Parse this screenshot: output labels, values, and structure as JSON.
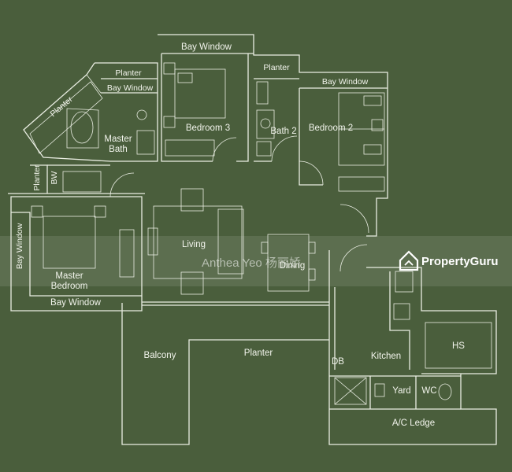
{
  "rooms": {
    "bay_window_top": "Bay Window",
    "planter_top_left": "Planter",
    "bay_window_bath": "Bay Window",
    "planter_diag": "Planter",
    "master_bath": "Master\nBath",
    "bedroom_3": "Bedroom 3",
    "planter_top_mid": "Planter",
    "bath_2": "Bath 2",
    "bay_window_bed2": "Bay Window",
    "bedroom_2": "Bedroom 2",
    "planter_left": "Planter",
    "bw": "BW",
    "bay_window_left": "Bay Window",
    "master_bedroom": "Master\nBedroom",
    "bay_window_bottom": "Bay Window",
    "living": "Living",
    "dining": "Dining",
    "balcony": "Balcony",
    "planter_bottom": "Planter",
    "kitchen": "Kitchen",
    "db": "DB",
    "hs": "HS",
    "yard": "Yard",
    "wc": "WC",
    "ac_ledge": "A/C Ledge"
  },
  "watermark": {
    "agent": "Anthea Yeo 杨丽娇",
    "brand": "PropertyGuru"
  },
  "colors": {
    "background": "#4a5e3c",
    "lines": "#e9ede2"
  }
}
